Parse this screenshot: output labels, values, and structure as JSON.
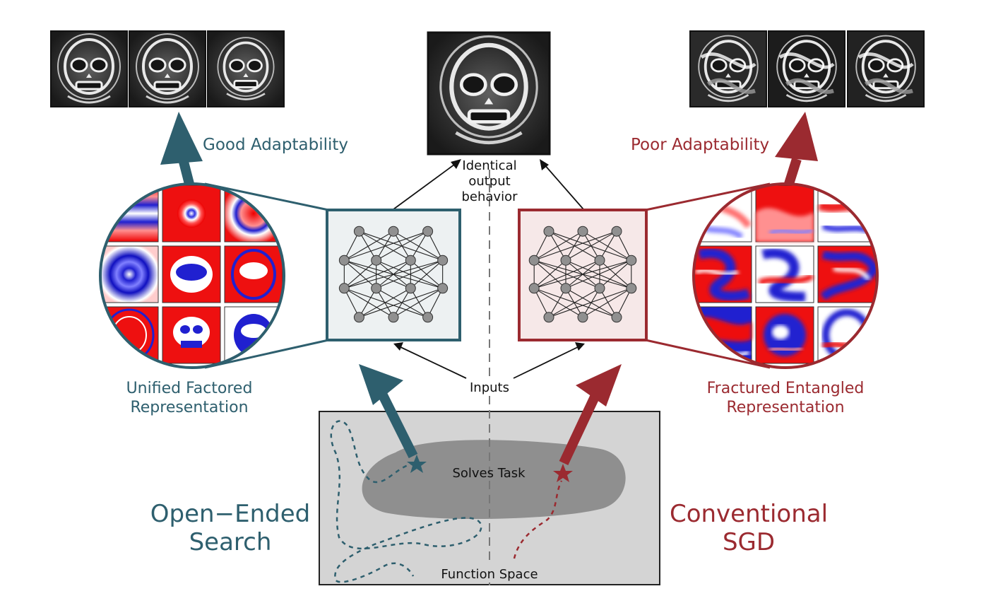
{
  "colors": {
    "teal": "#2e5f6e",
    "red": "#9b2a30",
    "grey_panel": "#d4d4d4",
    "grey_blob": "#8f8f8f",
    "box_teal_fill": "#edf1f2",
    "box_red_fill": "#f6e8e8",
    "node": "#909090"
  },
  "labels": {
    "good_adaptability": "Good Adaptability",
    "poor_adaptability": "Poor Adaptability",
    "identical_line1": "Identical",
    "identical_line2": "output",
    "identical_line3": "behavior",
    "inputs": "Inputs",
    "unified_line1": "Unified Factored",
    "unified_line2": "Representation",
    "fractured_line1": "Fractured Entangled",
    "fractured_line2": "Representation",
    "solves_task": "Solves Task",
    "function_space": "Function Space",
    "open_ended_line1": "Open−Ended",
    "open_ended_line2": "Search",
    "conventional_line1": "Conventional",
    "conventional_line2": "SGD"
  },
  "icons": {
    "solution_star_left": "star-icon",
    "solution_star_right": "star-icon",
    "network_left": "neural-network-icon",
    "network_right": "neural-network-icon"
  }
}
